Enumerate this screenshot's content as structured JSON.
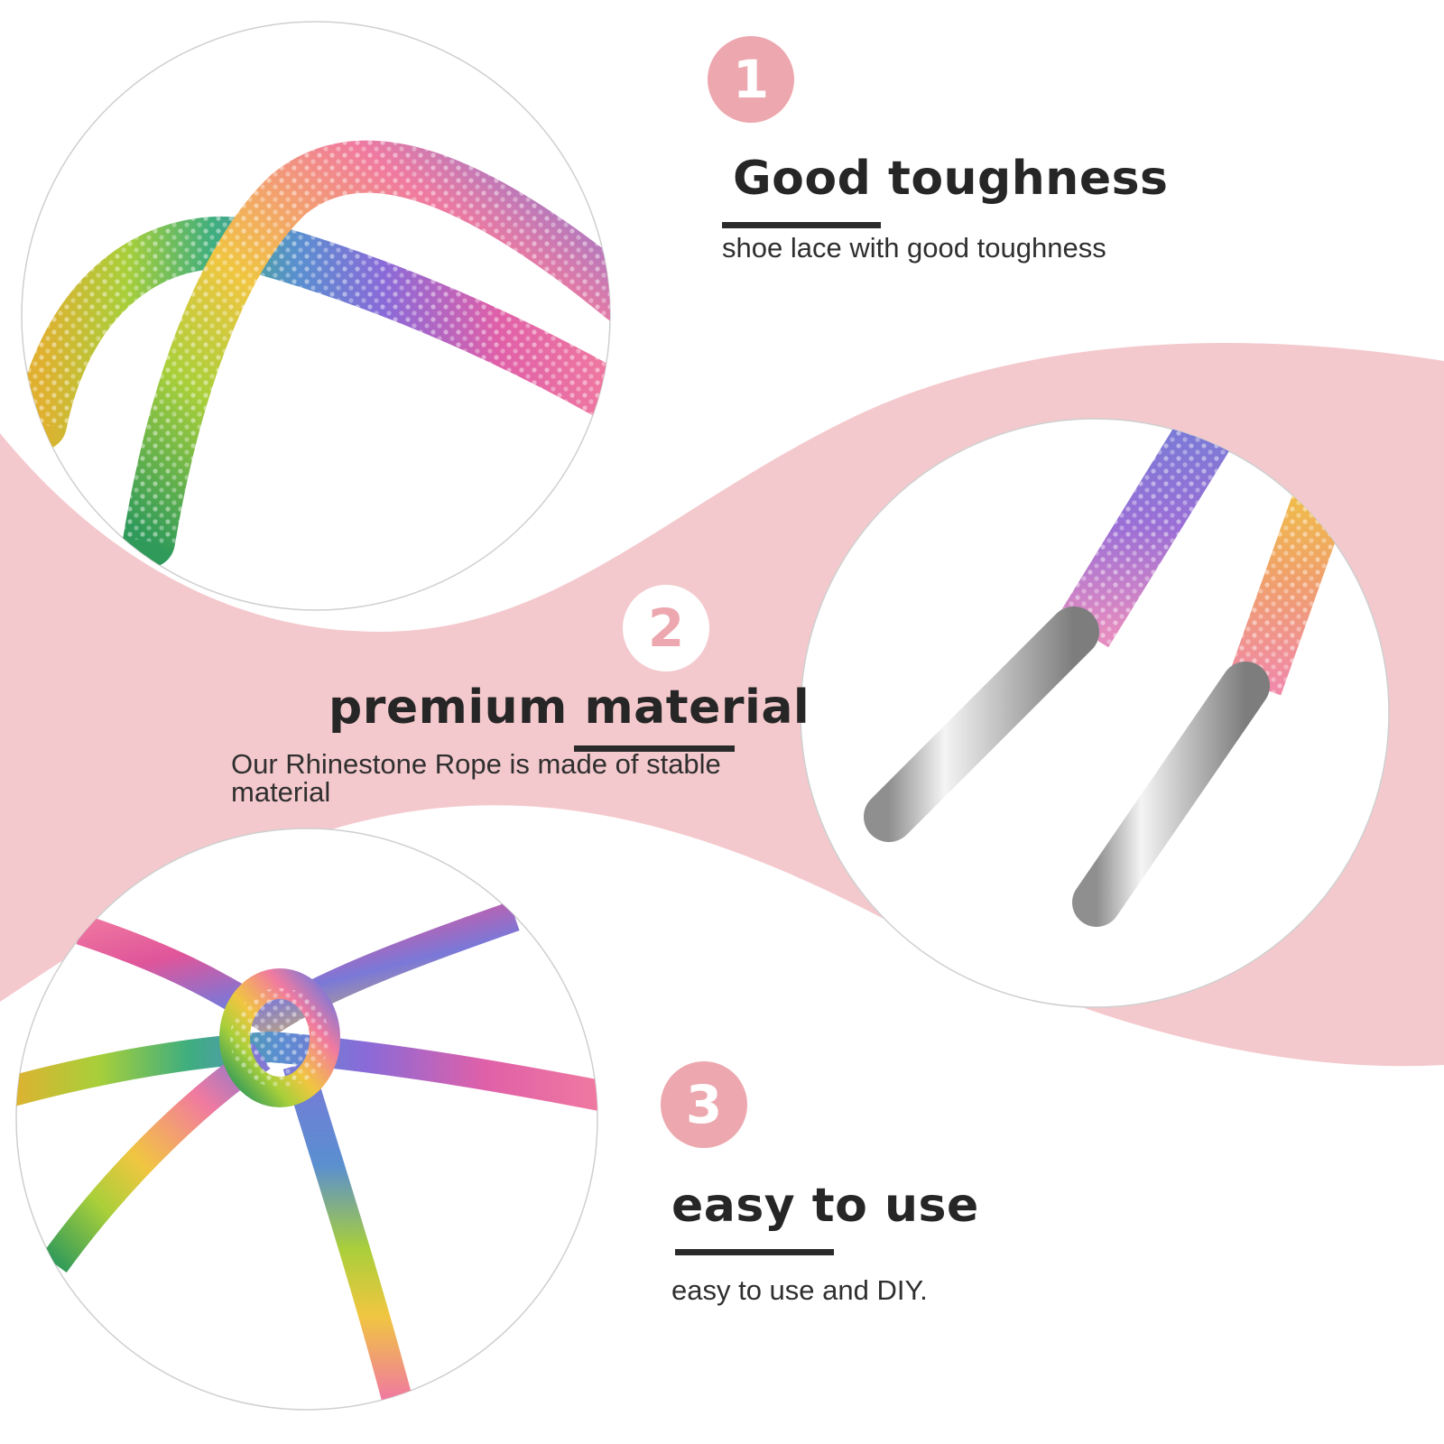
{
  "colors": {
    "accent_pink": "#eda7ae",
    "band_pink": "#f4c9cd",
    "heading": "#262626",
    "text": "#2f2f2f"
  },
  "features": [
    {
      "number": "1",
      "title": "Good toughness",
      "description": "shoe lace with good toughness",
      "image": "rainbow-rhinestone-lace-loop"
    },
    {
      "number": "2",
      "title": "premium material",
      "description": "Our Rhinestone Rope is made of stable material",
      "image": "silver-metal-lace-tips"
    },
    {
      "number": "3",
      "title": "easy to use",
      "description": "easy to use and DIY.",
      "image": "rainbow-rhinestone-lace-knot"
    }
  ]
}
